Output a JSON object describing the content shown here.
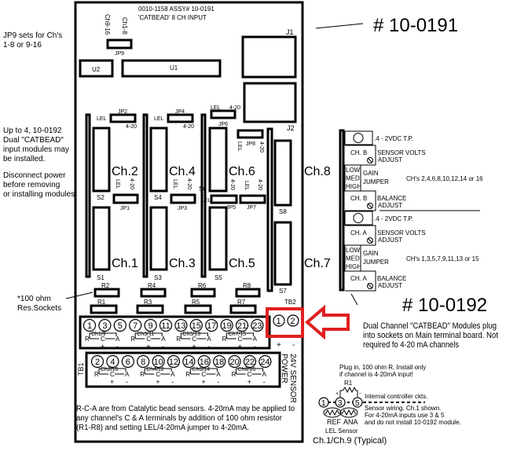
{
  "board": {
    "title1": "0010-1158 ASSY# 10-0191",
    "title2": "'CATBEAD' 8 CH INPUT",
    "ch9_16": "Ch9-16",
    "ch1_8": "Ch1-8",
    "jp9": "JP9",
    "u1": "U1",
    "u2": "U2",
    "j1": "J1",
    "j2": "J2",
    "channels": [
      "Ch.1",
      "Ch.2",
      "Ch.3",
      "Ch.4",
      "Ch.5",
      "Ch.6",
      "Ch.7",
      "Ch.8"
    ],
    "sockets": [
      "S1",
      "S2",
      "S3",
      "S4",
      "S5",
      "S6",
      "S7",
      "S8"
    ],
    "jumpers": [
      "JP1",
      "JP2",
      "JP3",
      "JP4",
      "JP5",
      "JP6",
      "JP7",
      "JP8"
    ],
    "resistors": [
      "R1",
      "R2",
      "R3",
      "R4",
      "R5",
      "R6",
      "R7",
      "R8"
    ],
    "lel": "LEL",
    "ma": "4-20",
    "tb1": "TB1",
    "tb2": "TB2",
    "tb1_top": [
      "1",
      "3",
      "5",
      "7",
      "9",
      "11",
      "13",
      "15",
      "17",
      "19",
      "21",
      "23"
    ],
    "tb1_bottom": [
      "2",
      "4",
      "6",
      "8",
      "10",
      "12",
      "14",
      "16",
      "18",
      "20",
      "22",
      "24"
    ],
    "tb1_top_channels": [
      "Ch1/9",
      "Ch3/11",
      "Ch5/13",
      "Ch7/15"
    ],
    "tb1_bottom_channels": [
      "Ch2/10",
      "Ch4/12",
      "Ch6/14",
      "Ch8/16"
    ],
    "rca": [
      "R",
      "C",
      "A"
    ],
    "plus": "+",
    "minus": "-",
    "tb2_terms": [
      "1",
      "2"
    ],
    "sensor_power_1": "24V SENSOR",
    "sensor_power_2": "POWER"
  },
  "notes": {
    "jp9": [
      "JP9 sets for Ch's",
      "1-8 or 9-16"
    ],
    "modules": [
      "Up to 4, 10-0192",
      "Dual \"CATBEAD\"",
      "input modules may",
      "be installed."
    ],
    "disconnect": [
      "Disconnect power",
      "before removing",
      "or installing modules."
    ],
    "res": [
      "*100 ohm",
      "Res.Sockets"
    ],
    "bottom": [
      "R-C-A are from Catalytic bead sensors. 4-20mA may be applied to",
      "any channel's C & A terminals by addition of 100 ohm resistor",
      "(R1-R8) and setting LEL/4-20mA jumper to 4-20mA."
    ],
    "dual": [
      "Dual Channel \"CATBEAD\" Modules plug",
      "into sockets on Main terminal board.  Not",
      "required fo 4-20 mA channels"
    ]
  },
  "labels": {
    "main_board": "# 10-0191",
    "module": "# 10-0192"
  },
  "module": {
    "tp": ".4 - 2VDC T.P.",
    "ch_b": "CH. B",
    "ch_a": "CH. A",
    "sensor_volts": "SENSOR VOLTS",
    "adjust": "ADJUST",
    "gain": [
      "LOW",
      "MED",
      "HIGH"
    ],
    "gain_label": "GAIN",
    "jumper": "JUMPER",
    "balance": "BALANCE",
    "even_chs": "CH's 2,4,6,8,10,12,14 or 16",
    "odd_chs": "CH's 1,3,5,7,9,11,13 or 15"
  },
  "sensor": {
    "note": [
      "Plug in, 100 ohm R. Install only",
      "if channel is 4-20mA input!"
    ],
    "r1": "R1",
    "terms": [
      "1",
      "3",
      "5"
    ],
    "internal": "Internal controller ckts.",
    "wiring": [
      "Sensor wiring. Ch.1 shown.",
      "For 4-20mA inputs use 3 & 5",
      "and do not install 10-0192 module."
    ],
    "ref": "REF",
    "ana": "ANA",
    "lel_sensor": "LEL Sensor",
    "caption": "Ch.1/Ch.9 (Typical)"
  },
  "colors": {
    "highlight": "#e02020"
  }
}
